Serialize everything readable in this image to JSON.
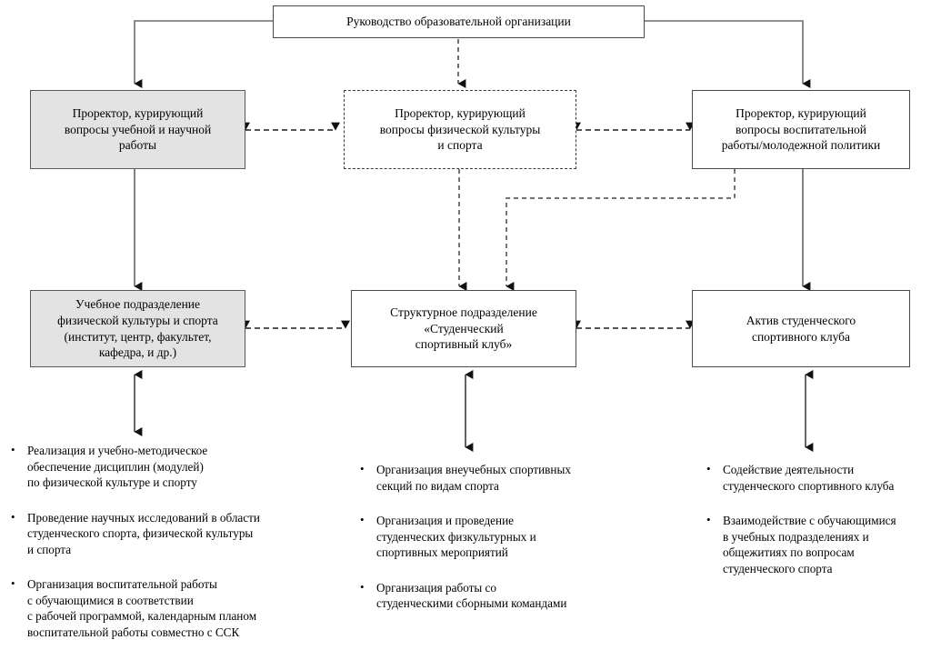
{
  "diagram": {
    "title_box": {
      "text": "Руководство образовательной организации"
    },
    "row1": [
      {
        "id": "vice-rector-academic",
        "lines": [
          "Проректор, курирующий",
          "вопросы учебной и научной",
          "работы"
        ],
        "fill": "#e3e3e3",
        "style": "solid"
      },
      {
        "id": "vice-rector-sports",
        "lines": [
          "Проректор, курирующий",
          "вопросы физической культуры",
          "и спорта"
        ],
        "fill": "#ffffff",
        "style": "dashed"
      },
      {
        "id": "vice-rector-upbringing",
        "lines": [
          "Проректор, курирующий",
          "вопросы воспитательной",
          "работы/молодежной политики"
        ],
        "fill": "#ffffff",
        "style": "solid"
      }
    ],
    "row2": [
      {
        "id": "educational-unit",
        "lines": [
          "Учебное подразделение",
          "физической культуры и спорта",
          "(институт, центр, факультет,",
          "кафедра, и др.)"
        ],
        "fill": "#e3e3e3",
        "style": "solid"
      },
      {
        "id": "student-sports-club",
        "lines": [
          "Структурное подразделение",
          "«Студенческий",
          "спортивный клуб»"
        ],
        "fill": "#ffffff",
        "style": "solid"
      },
      {
        "id": "student-club-activists",
        "lines": [
          "Актив студенческого",
          "спортивного клуба"
        ],
        "fill": "#ffffff",
        "style": "solid"
      }
    ],
    "bullets_left": [
      [
        "Реализация и учебно-методическое",
        "обеспечение дисциплин (модулей)",
        "по физической культуре и спорту"
      ],
      [
        "Проведение научных исследований в области",
        "студенческого спорта, физической культуры",
        "и спорта"
      ],
      [
        "Организация воспитательной работы",
        "с обучающимися в соответствии",
        "с рабочей программой, календарным планом",
        "воспитательной работы совместно с ССК"
      ]
    ],
    "bullets_middle": [
      [
        "Организация внеучебных спортивных",
        "секций по видам спорта"
      ],
      [
        "Организация и проведение",
        "студенческих физкультурных и",
        "спортивных мероприятий"
      ],
      [
        "Организация работы со",
        "студенческими сборными командами"
      ]
    ],
    "bullets_right": [
      [
        "Содействие деятельности",
        "студенческого спортивного клуба"
      ],
      [
        "Взаимодействие с обучающимися",
        "в учебных подразделениях и",
        "общежитиях по вопросам",
        "студенческого спорта"
      ]
    ],
    "colors": {
      "shaded_fill": "#e3e3e3",
      "box_border": "#4a4a4a",
      "connector": "#555555",
      "dashed_connector": "#555555",
      "text": "#000000"
    }
  }
}
